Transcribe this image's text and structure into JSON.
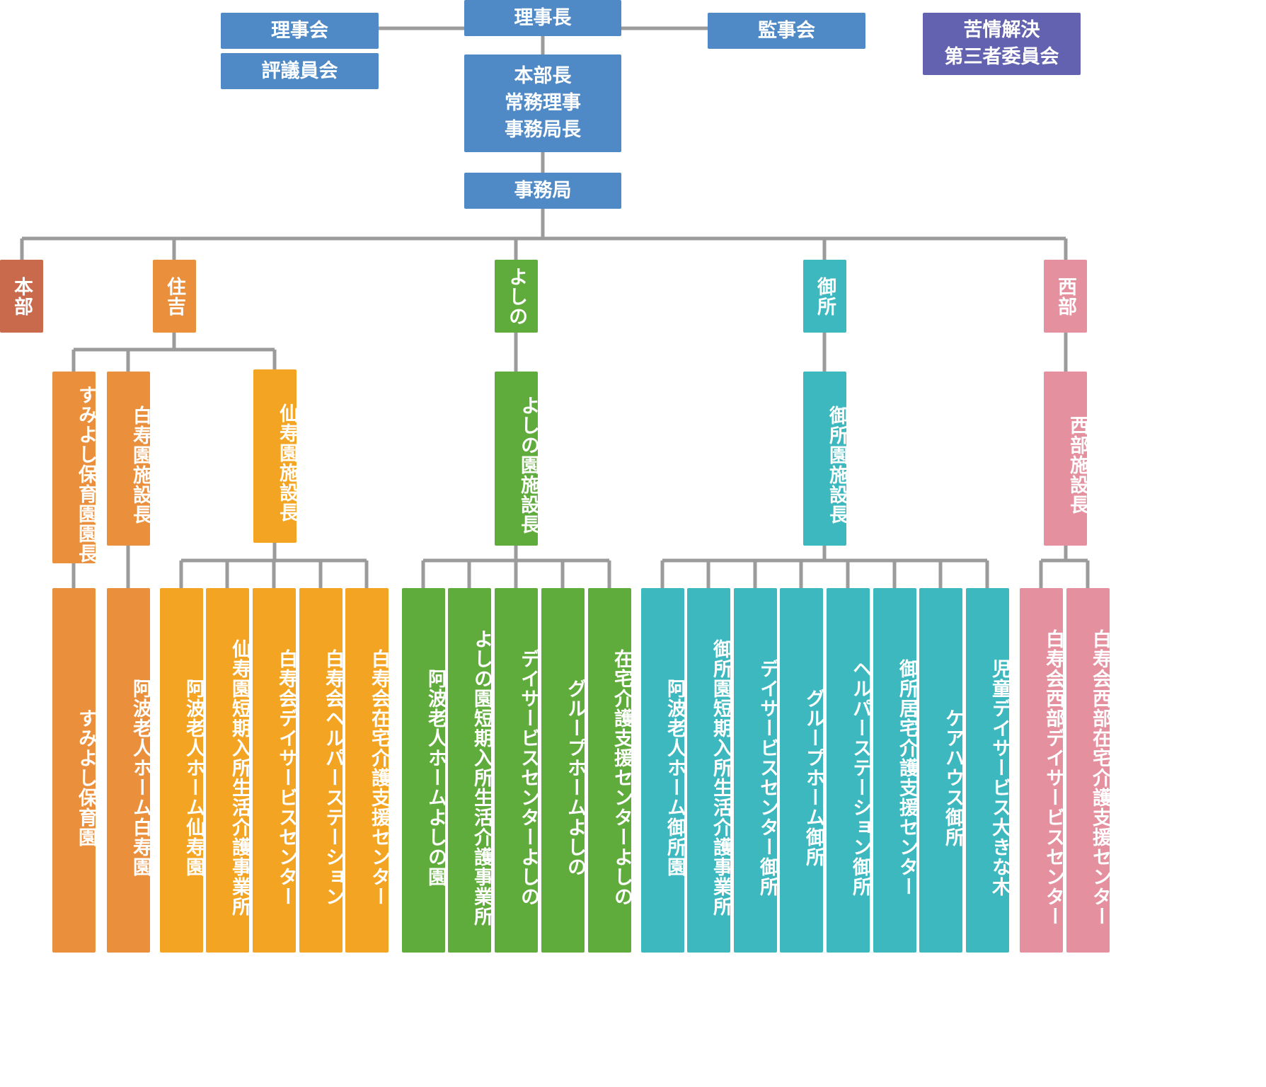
{
  "top": {
    "chairman": "理事長",
    "board": "理事会",
    "council": "評議員会",
    "auditors": "監事会",
    "complaints": "苦情解決\n第三者委員会",
    "executive": "本部長\n常務理事\n事務局長",
    "secretariat": "事務局"
  },
  "regions": {
    "honbu": {
      "label": "本部"
    },
    "sumiyoshi": {
      "label": "住吉",
      "managers": [
        "すみよし保育園園長",
        "白寿園施設長",
        "仙寿園施設長"
      ],
      "facilities": [
        "すみよし保育園",
        "阿波老人ホーム白寿園",
        "阿波老人ホーム仙寿園",
        "仙寿園短期入所生活介護事業所",
        "白寿会デイサービスセンター",
        "白寿会ヘルパーステーション",
        "白寿会在宅介護支援センター"
      ]
    },
    "yoshino": {
      "label": "よしの",
      "manager": "よしの園施設長",
      "facilities": [
        "阿波老人ホームよしの園",
        "よしの園短期入所生活介護事業所",
        "デイサービスセンターよしの",
        "グループホームよしの",
        "在宅介護支援センターよしの"
      ]
    },
    "gosho": {
      "label": "御所",
      "manager": "御所園施設長",
      "facilities": [
        "阿波老人ホーム御所園",
        "御所園短期入所生活介護事業所",
        "デイサービスセンター御所",
        "グループホーム御所",
        "ヘルパーステーション御所",
        "御所居宅介護支援センター",
        "ケアハウス御所",
        "児童デイサービス大きな木"
      ]
    },
    "seibu": {
      "label": "西部",
      "manager": "西部施設長",
      "facilities": [
        "白寿会西部デイサービスセンター",
        "白寿会西部在宅介護支援センター"
      ]
    }
  },
  "colors": {
    "line": "#9b9b9b",
    "top": "#4f89c6",
    "complaints": "#6362b0",
    "honbu": "#c86a4b",
    "sumiyoshi_manager": "#ea8f3c",
    "sumiyoshi_facility": "#f3a423",
    "yoshino": "#5fab3c",
    "gosho": "#3db8bf",
    "seibu": "#e5909f"
  }
}
